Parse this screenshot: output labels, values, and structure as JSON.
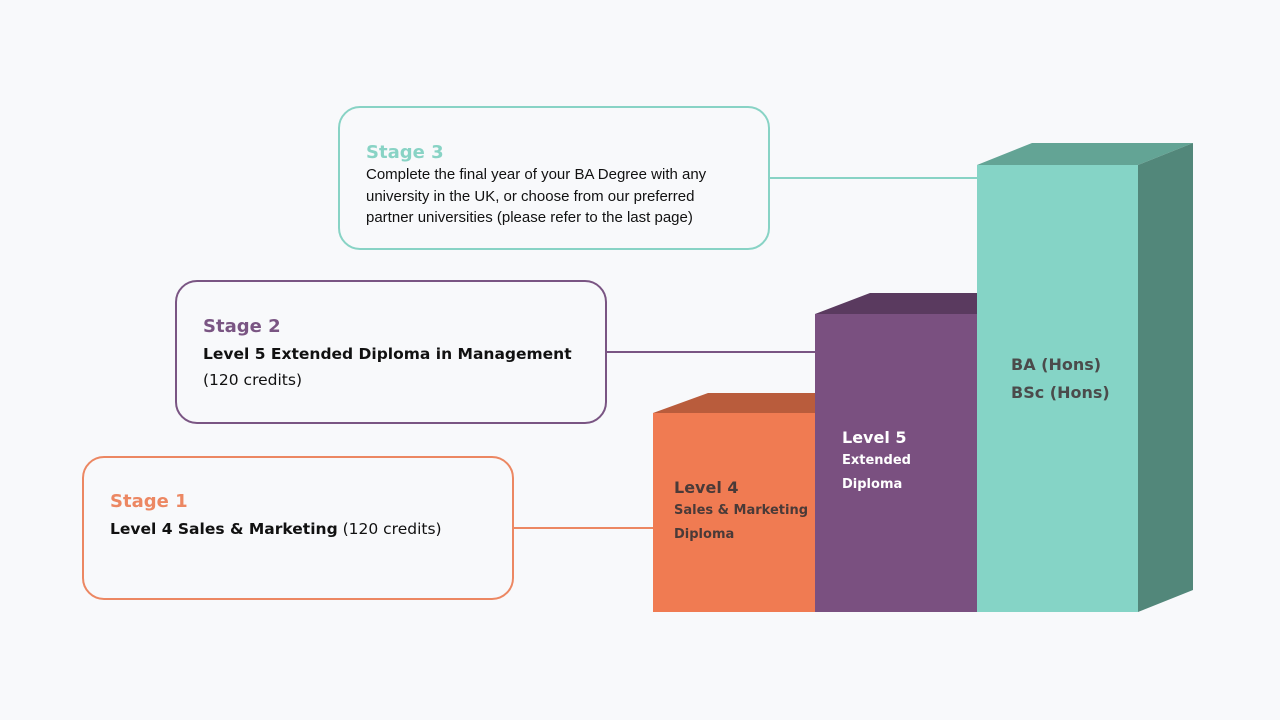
{
  "stage3": {
    "title": "Stage 3",
    "lines": [
      "Complete the final year of your BA Degree with any",
      "university in the UK, or choose from our preferred",
      "partner universities (please refer to the last page)"
    ]
  },
  "stage2": {
    "title": "Stage 2",
    "line1": "Level 5 Extended Diploma in Management",
    "line2": "(120 credits)"
  },
  "stage1": {
    "title": "Stage 1",
    "bold": "Level 4 Sales & Marketing",
    "rest": " (120 credits)"
  },
  "bars": {
    "level4": {
      "main": "Level 4",
      "sub1": "Sales & Marketing",
      "sub2": "Diploma"
    },
    "level5": {
      "main": "Level 5",
      "sub1": "Extended",
      "sub2": "Diploma"
    },
    "degree": {
      "line1": "BA (Hons)",
      "line2": "BSc (Hons)"
    }
  },
  "colors": {
    "orange": "#f07b52",
    "orange_top": "#b95c3c",
    "purple": "#7a5080",
    "purple_top": "#5a3a5f",
    "teal": "#85d4c6",
    "teal_top": "#63a495",
    "teal_side": "#52877a",
    "stage3_accent": "#88d3c5",
    "stage2_accent": "#7a5583",
    "stage1_accent": "#ec8762"
  }
}
